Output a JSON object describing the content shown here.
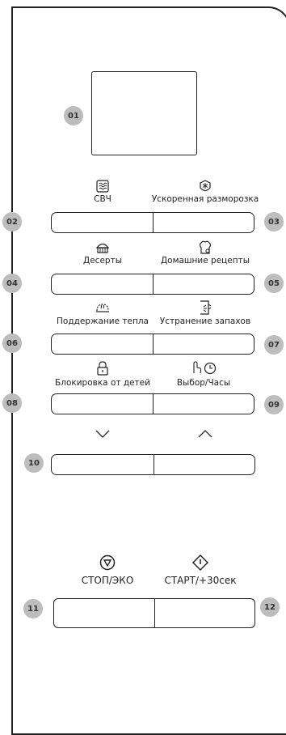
{
  "badges": {
    "b01": "01",
    "b02": "02",
    "b03": "03",
    "b04": "04",
    "b05": "05",
    "b06": "06",
    "b07": "07",
    "b08": "08",
    "b09": "09",
    "b10": "10",
    "b11": "11",
    "b12": "12"
  },
  "buttons": {
    "microwave": {
      "label": "СВЧ",
      "icon": "microwave-waves-icon"
    },
    "rapid_defrost": {
      "label": "Ускоренная разморозка",
      "icon": "snowflake-drop-icon"
    },
    "desserts": {
      "label": "Десерты",
      "icon": "cake-icon"
    },
    "home_recipes": {
      "label": "Домашние рецепты",
      "icon": "chef-hat-icon"
    },
    "keep_warm": {
      "label": "Поддержание тепла",
      "icon": "steam-plate-icon"
    },
    "deodorize": {
      "label": "Устранение запахов",
      "icon": "deodorize-icon"
    },
    "child_lock": {
      "label": "Блокировка от детей",
      "icon": "padlock-icon"
    },
    "select_clock": {
      "label": "Выбор/Часы",
      "icon": "hand-clock-icon"
    },
    "down": {
      "icon": "chevron-down-icon"
    },
    "up": {
      "icon": "chevron-up-icon"
    },
    "stop_eco": {
      "label": "СТОП/ЭКО",
      "icon": "stop-icon"
    },
    "start_30": {
      "label": "СТАРТ/+30сек",
      "icon": "start-icon"
    }
  }
}
